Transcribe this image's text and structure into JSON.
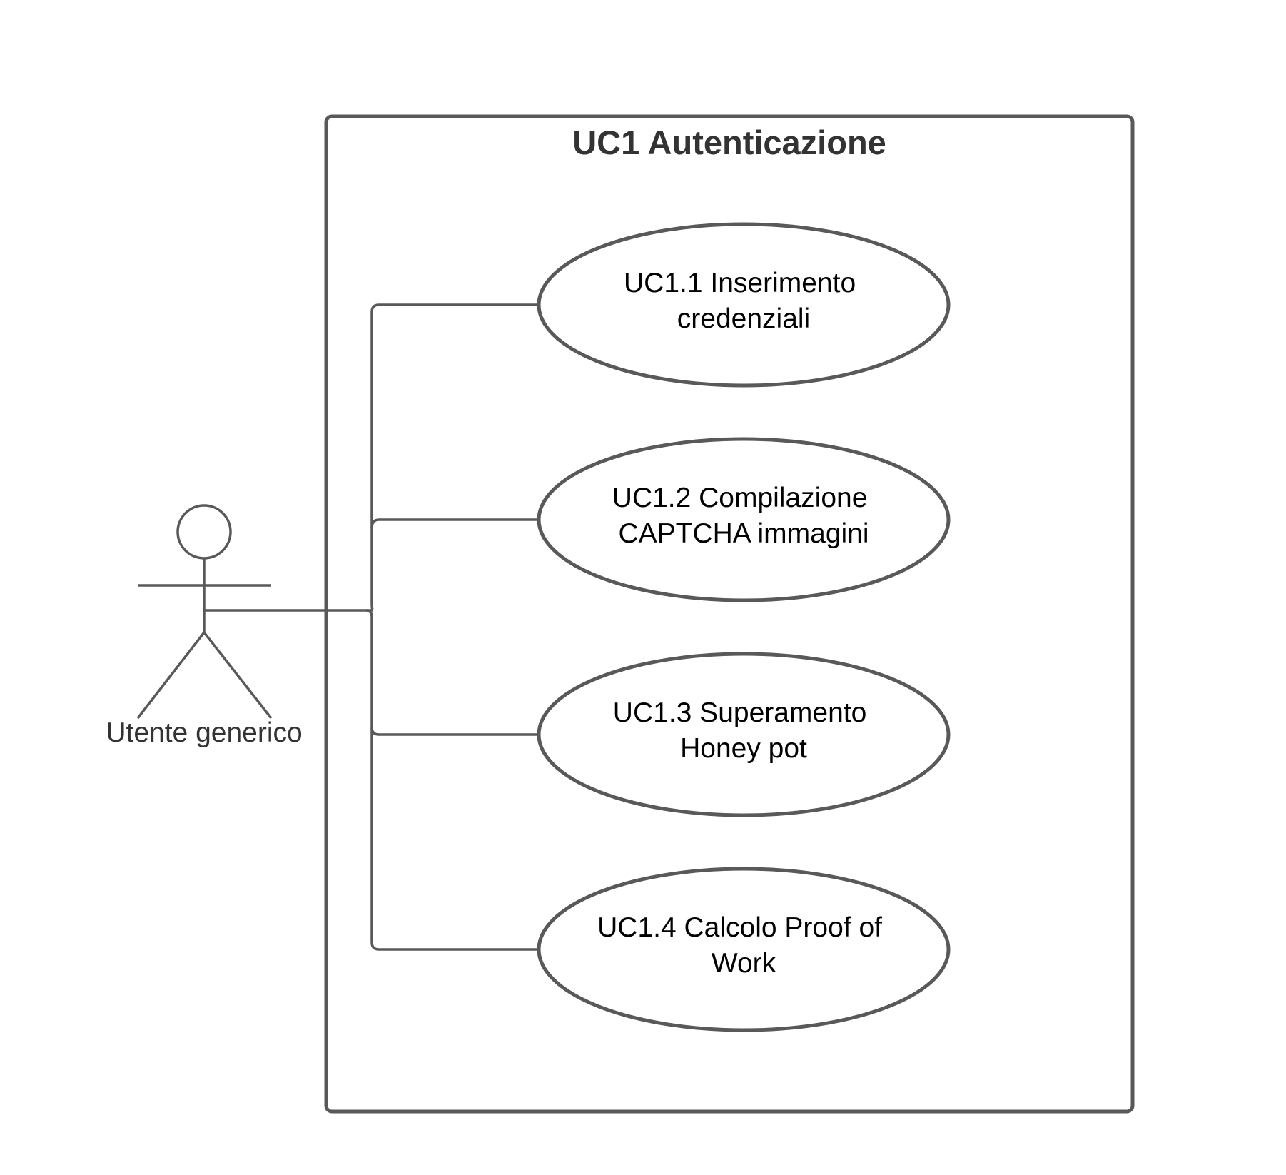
{
  "system": {
    "title": "UC1 Autenticazione"
  },
  "actor": {
    "label": "Utente generico"
  },
  "use_cases": [
    {
      "id": "uc1-1",
      "line1": "UC1.1 Inserimento",
      "line2": "credenziali"
    },
    {
      "id": "uc1-2",
      "line1": "UC1.2 Compilazione",
      "line2": "CAPTCHA immagini"
    },
    {
      "id": "uc1-3",
      "line1": "UC1.3 Superamento",
      "line2": "Honey pot"
    },
    {
      "id": "uc1-4",
      "line1": "UC1.4 Calcolo Proof of",
      "line2": "Work"
    }
  ],
  "colors": {
    "stroke": "#595959",
    "title_text": "#333333",
    "case_text": "#000000",
    "actor_text": "#333333"
  }
}
